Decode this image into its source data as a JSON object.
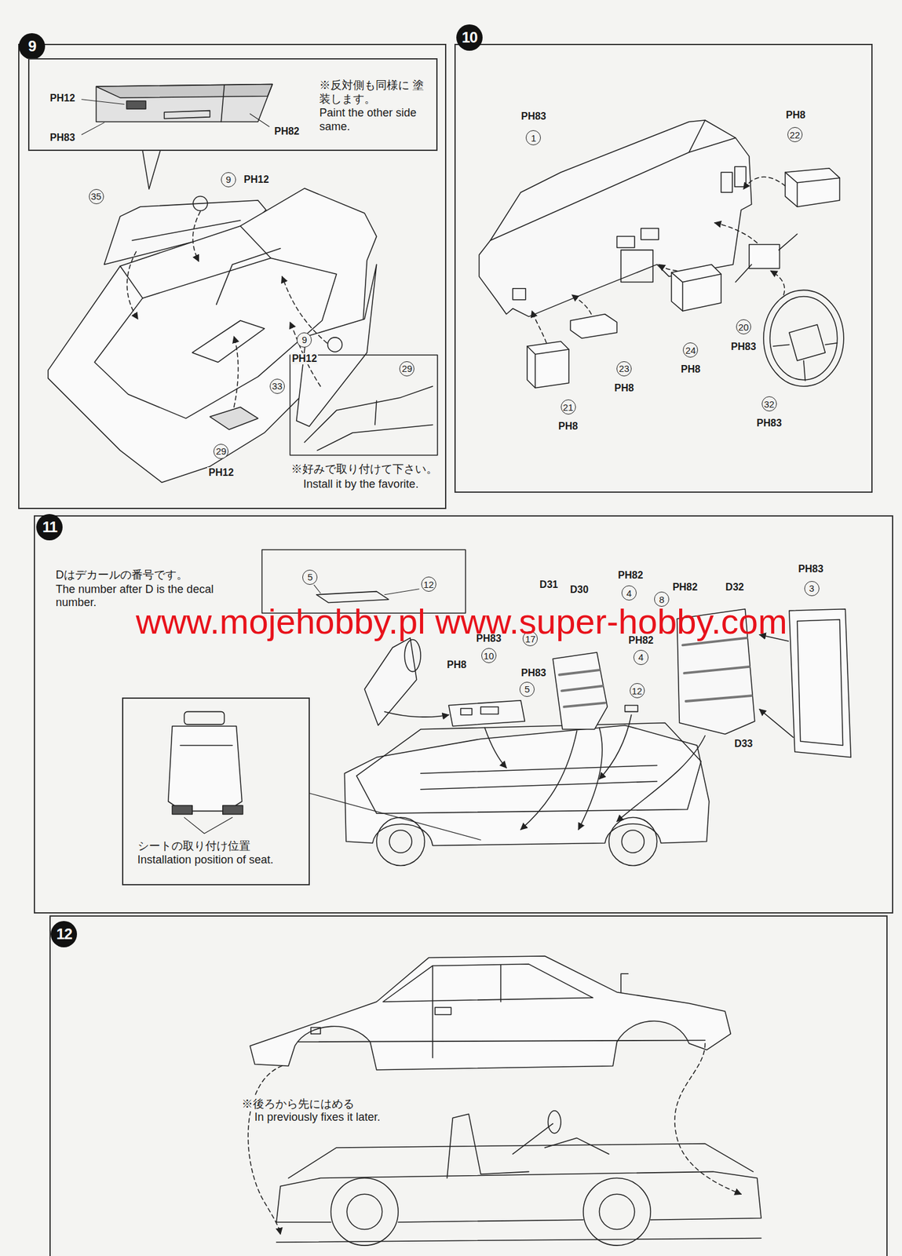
{
  "diagram": {
    "nodes": [
      {
        "text": [
          "9"
        ]
      },
      {
        "text": [
          "※反対側も同様に 塗装します。",
          "Paint the other side same."
        ],
        "in": 0
      },
      {
        "text": [
          "10"
        ]
      },
      {
        "text": [
          "11"
        ]
      },
      {
        "text": [
          "シートの取り付け位置",
          "Installation position of seat."
        ],
        "in": 3
      },
      {
        "text": [
          "12"
        ]
      }
    ],
    "labels": [
      "PH12",
      "PH83",
      "PH82",
      "35",
      "9",
      "PH12",
      "9",
      "PH12",
      "33",
      "29",
      "29",
      "PH12",
      "※好みで取り付けて下さい。",
      "Install it by the favorite.",
      "PH83",
      "1",
      "PH8",
      "22",
      "21",
      "PH8",
      "23",
      "PH8",
      "24",
      "PH8",
      "20",
      "PH83",
      "32",
      "PH83",
      "Dはデカールの番号です。",
      "The number after D is the decal number.",
      "5",
      "12",
      "D31",
      "D30",
      "PH82",
      "4",
      "PH82",
      "8",
      "D32",
      "PH83",
      "3",
      "PH82",
      "PH83",
      "17",
      "10",
      "PH8",
      "PH83",
      "5",
      "4",
      "12",
      "D33",
      "www.mojehobby.pl www.super-hobby.com",
      "※後ろから先にはめる",
      "In previously fixes it later."
    ]
  }
}
